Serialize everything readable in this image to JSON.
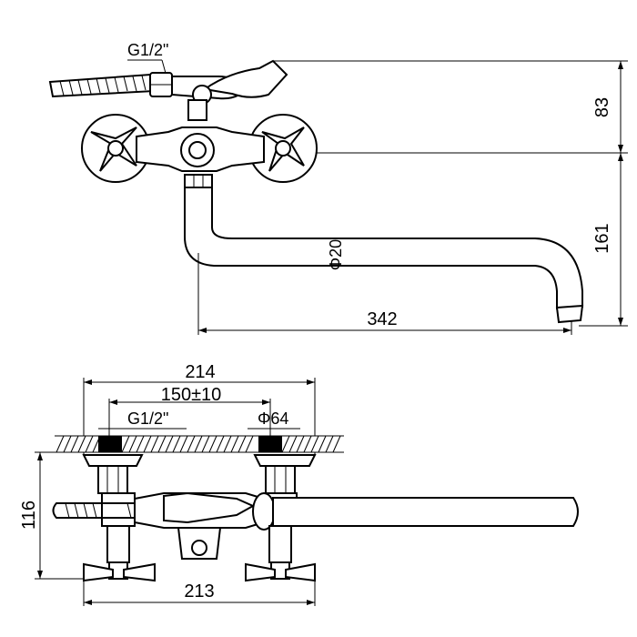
{
  "top_view": {
    "thread_label": "G1/2\"",
    "dim_height_upper": "83",
    "dim_height_lower": "161",
    "dim_spout_length": "342",
    "dim_pipe_diameter": "Φ20"
  },
  "bottom_view": {
    "dim_total_width": "214",
    "dim_center_distance": "150±10",
    "thread_label": "G1/2\"",
    "dim_flange_diameter": "Φ64",
    "dim_height": "116",
    "dim_handle_span": "213"
  }
}
